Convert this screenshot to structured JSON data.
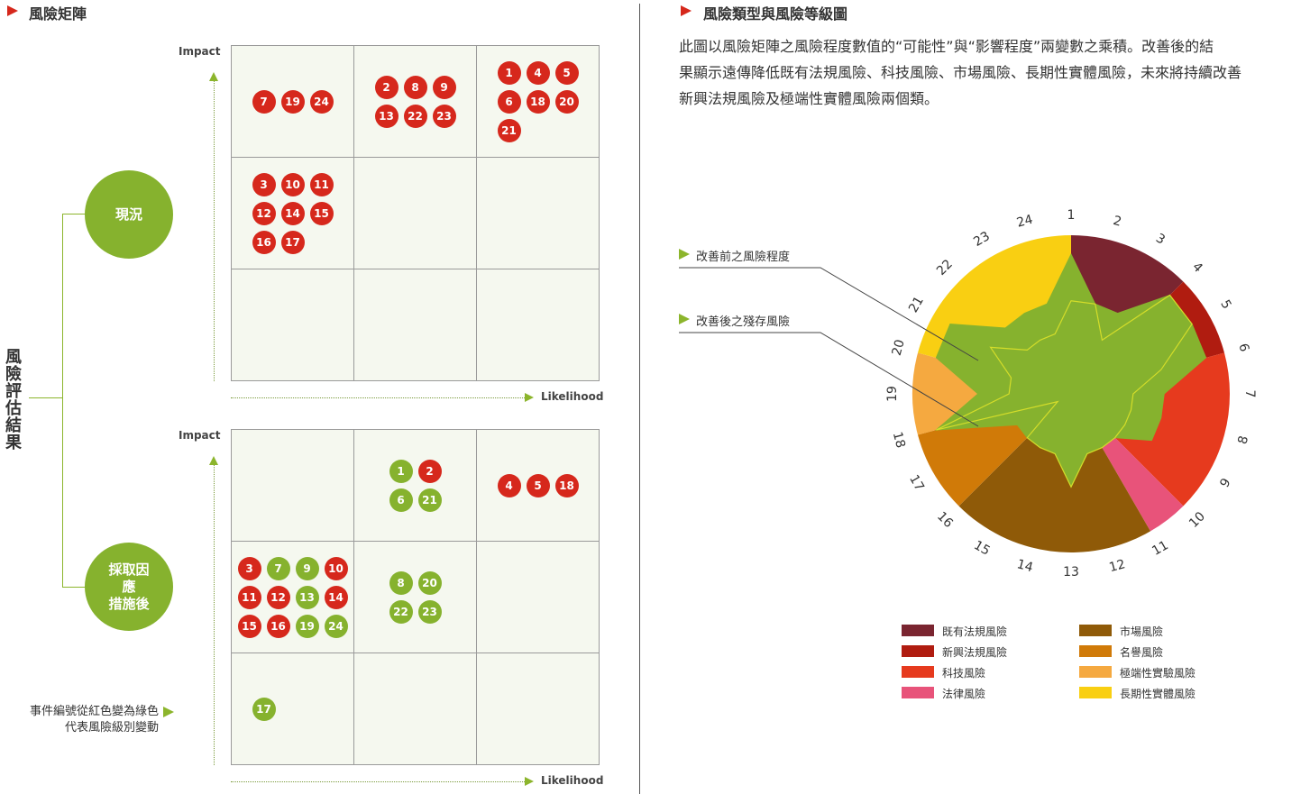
{
  "left": {
    "title": "風險矩陣",
    "vertical_title": "風險評估結果",
    "current_label": "現況",
    "after_label_lines": [
      "採取因",
      "應",
      "措施後"
    ],
    "note_lines": [
      "事件編號從紅色變為綠色",
      "代表風險級別變動"
    ]
  },
  "right": {
    "title": "風險類型與風險等級圖",
    "description_lines": [
      "此圖以風險矩陣之風險程度數值的“可能性”與“影響程度”兩變數之乘積。改善後的結",
      "果顯示遠傳降低既有法規風險、科技風險、市場風險、長期性實體風險，未來將持續改善",
      "新興法規風險及極端性實體風險兩個類。"
    ],
    "annotation_before": "改善前之風險程度",
    "annotation_after": "改善後之殘存風險"
  },
  "colors": {
    "red": "#d6281c",
    "green": "#86b22e",
    "accent": "#d6281c",
    "matrix_bg": "#f5f8ef"
  },
  "chart_data": [
    {
      "type": "table",
      "name": "現況",
      "xlabel": "Likelihood",
      "ylabel": "Impact",
      "cells": [
        {
          "row": 1,
          "col": 1,
          "items": [
            {
              "n": "7",
              "c": "red"
            },
            {
              "n": "19",
              "c": "red"
            },
            {
              "n": "24",
              "c": "red"
            }
          ]
        },
        {
          "row": 1,
          "col": 2,
          "items": [
            {
              "n": "2",
              "c": "red"
            },
            {
              "n": "8",
              "c": "red"
            },
            {
              "n": "9",
              "c": "red"
            },
            {
              "n": "13",
              "c": "red"
            },
            {
              "n": "22",
              "c": "red"
            },
            {
              "n": "23",
              "c": "red"
            }
          ]
        },
        {
          "row": 1,
          "col": 3,
          "items": [
            {
              "n": "1",
              "c": "red"
            },
            {
              "n": "4",
              "c": "red"
            },
            {
              "n": "5",
              "c": "red"
            },
            {
              "n": "6",
              "c": "red"
            },
            {
              "n": "18",
              "c": "red"
            },
            {
              "n": "20",
              "c": "red"
            },
            {
              "n": "21",
              "c": "red"
            }
          ]
        },
        {
          "row": 2,
          "col": 1,
          "items": [
            {
              "n": "3",
              "c": "red"
            },
            {
              "n": "10",
              "c": "red"
            },
            {
              "n": "11",
              "c": "red"
            },
            {
              "n": "12",
              "c": "red"
            },
            {
              "n": "14",
              "c": "red"
            },
            {
              "n": "15",
              "c": "red"
            },
            {
              "n": "16",
              "c": "red"
            },
            {
              "n": "17",
              "c": "red"
            }
          ]
        }
      ]
    },
    {
      "type": "table",
      "name": "採取因應措施後",
      "xlabel": "Likelihood",
      "ylabel": "Impact",
      "cells": [
        {
          "row": 1,
          "col": 2,
          "items": [
            {
              "n": "1",
              "c": "green"
            },
            {
              "n": "2",
              "c": "red"
            },
            {
              "n": "6",
              "c": "green"
            },
            {
              "n": "21",
              "c": "green"
            }
          ]
        },
        {
          "row": 1,
          "col": 3,
          "items": [
            {
              "n": "4",
              "c": "red"
            },
            {
              "n": "5",
              "c": "red"
            },
            {
              "n": "18",
              "c": "red"
            }
          ]
        },
        {
          "row": 2,
          "col": 1,
          "items": [
            {
              "n": "3",
              "c": "red"
            },
            {
              "n": "7",
              "c": "green"
            },
            {
              "n": "9",
              "c": "green"
            },
            {
              "n": "10",
              "c": "red"
            },
            {
              "n": "11",
              "c": "red"
            },
            {
              "n": "12",
              "c": "red"
            },
            {
              "n": "13",
              "c": "green"
            },
            {
              "n": "14",
              "c": "red"
            },
            {
              "n": "15",
              "c": "red"
            },
            {
              "n": "16",
              "c": "red"
            },
            {
              "n": "19",
              "c": "green"
            },
            {
              "n": "24",
              "c": "green"
            }
          ]
        },
        {
          "row": 2,
          "col": 2,
          "items": [
            {
              "n": "8",
              "c": "green"
            },
            {
              "n": "20",
              "c": "green"
            },
            {
              "n": "22",
              "c": "green"
            },
            {
              "n": "23",
              "c": "green"
            }
          ]
        },
        {
          "row": 3,
          "col": 1,
          "items": [
            {
              "n": "17",
              "c": "green"
            }
          ]
        }
      ]
    },
    {
      "type": "pie",
      "labels": [
        "1",
        "2",
        "3",
        "4",
        "5",
        "6",
        "7",
        "8",
        "9",
        "10",
        "11",
        "12",
        "13",
        "14",
        "15",
        "16",
        "17",
        "18",
        "19",
        "20",
        "21",
        "22",
        "23",
        "24"
      ],
      "categories": [
        {
          "name": "既有法規風險",
          "color": "#7a2530",
          "from": 1,
          "to": 3
        },
        {
          "name": "新興法規風險",
          "color": "#b01c10",
          "from": 4,
          "to": 5
        },
        {
          "name": "科技風險",
          "color": "#e63a1e",
          "from": 6,
          "to": 9
        },
        {
          "name": "法律風險",
          "color": "#e8537a",
          "from": 10,
          "to": 10
        },
        {
          "name": "市場風險",
          "color": "#8f5a08",
          "from": 11,
          "to": 15
        },
        {
          "name": "名譽風險",
          "color": "#d07a08",
          "from": 16,
          "to": 17
        },
        {
          "name": "極端性實驗風險",
          "color": "#f5a940",
          "from": 18,
          "to": 19
        },
        {
          "name": "長期性實體風險",
          "color": "#f9cf12",
          "from": 20,
          "to": 24
        }
      ],
      "legend_order": [
        "既有法規風險",
        "新興法規風險",
        "科技風險",
        "法律風險",
        "市場風險",
        "名譽風險",
        "極端性實驗風險",
        "長期性實體風險"
      ],
      "series": [
        {
          "name": "改善前之風險程度",
          "values": [
            9,
            6,
            6,
            9,
            9,
            9,
            6,
            6,
            6,
            4,
            4,
            4,
            6,
            4,
            4,
            4,
            4,
            9,
            6,
            9,
            9,
            6,
            6,
            6
          ]
        },
        {
          "name": "改善後之殘存風險",
          "values": [
            6,
            6,
            4,
            9,
            9,
            6,
            4,
            4,
            4,
            4,
            4,
            4,
            6,
            4,
            4,
            4,
            1,
            9,
            4,
            4,
            6,
            4,
            4,
            4
          ]
        }
      ],
      "rlim": [
        0,
        9
      ]
    }
  ]
}
